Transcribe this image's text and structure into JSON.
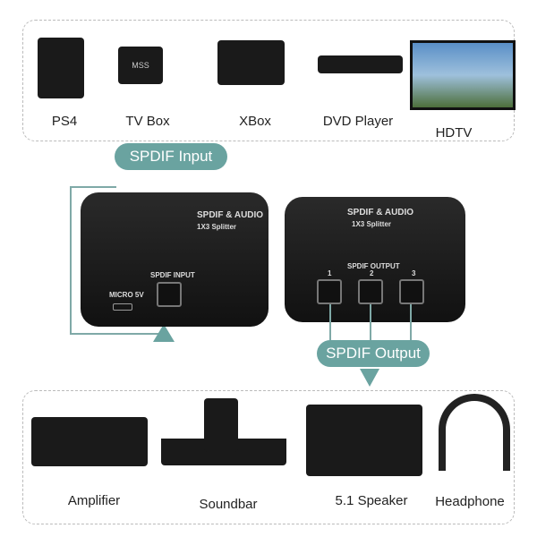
{
  "sources": [
    "PS4",
    "TV Box",
    "XBox",
    "DVD Player",
    "HDTV"
  ],
  "tvbox_brand": "MSS",
  "input_pill": "SPDIF Input",
  "output_pill": "SPDIF Output",
  "splitter_in": {
    "brand": "SPDIF & AUDIO",
    "model": "1X3 Splitter",
    "port_label": "SPDIF INPUT",
    "power_label": "MICRO 5V"
  },
  "splitter_out": {
    "brand": "SPDIF & AUDIO",
    "model": "1X3 Splitter",
    "port_label": "SPDIF OUTPUT",
    "ports": [
      "1",
      "2",
      "3"
    ]
  },
  "outputs": [
    "Amplifier",
    "Soundbar",
    "5.1 Speaker",
    "Headphone"
  ],
  "colors": {
    "accent": "#6aa3a0",
    "device": "#1a1a1a"
  }
}
